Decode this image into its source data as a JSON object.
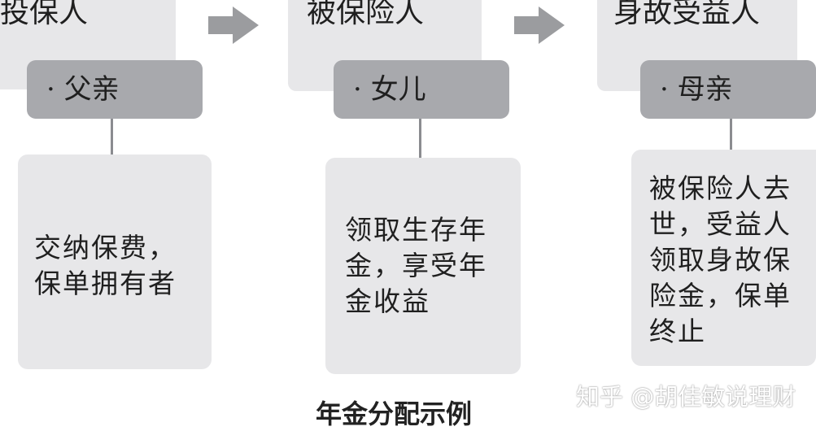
{
  "roles": [
    {
      "title": "投保人",
      "tag": "· 父亲",
      "desc_lines": [
        "交纳保费，",
        "保单拥有者"
      ]
    },
    {
      "title": "被保险人",
      "tag": "· 女儿",
      "desc_lines": [
        "领取生存年",
        "金，享受年",
        "金收益"
      ]
    },
    {
      "title": "身故受益人",
      "tag": "· 母亲",
      "desc_lines": [
        "被保险人去",
        "世，受益人",
        "领取身故保",
        "险金，保单",
        "终止"
      ]
    }
  ],
  "caption": "年金分配示例",
  "watermark": "知乎 @胡佳敏说理财",
  "colors": {
    "box": "#e7e7e9",
    "tag": "#a8a9ad",
    "arrow": "#9b9c9f",
    "connector": "#8b8c90"
  }
}
